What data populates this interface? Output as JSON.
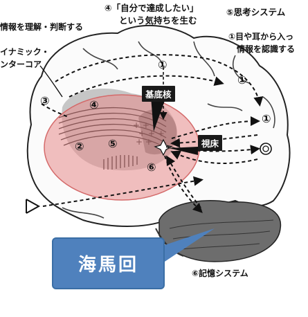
{
  "labels": {
    "top_center_line1": "④「自分で達成したい」",
    "top_center_line2": "という気持ちを生む",
    "top_right": "⑤思考システム",
    "right_line1": "①目や耳から入っ",
    "right_line2": "情報を認識する",
    "top_left": "情報を理解・判断する",
    "left_line1": "イナミック・",
    "left_line2": "ンターコア",
    "bottom_right": "⑥記憶システム"
  },
  "tags": {
    "basal_ganglia": "基底核",
    "thalamus": "視床"
  },
  "callout": "海馬回",
  "numbers": {
    "n1a": "①",
    "n1b": "①",
    "n1c": "①",
    "n2": "②",
    "n3": "③",
    "n4": "④",
    "n5": "⑤",
    "n6": "⑥"
  }
}
